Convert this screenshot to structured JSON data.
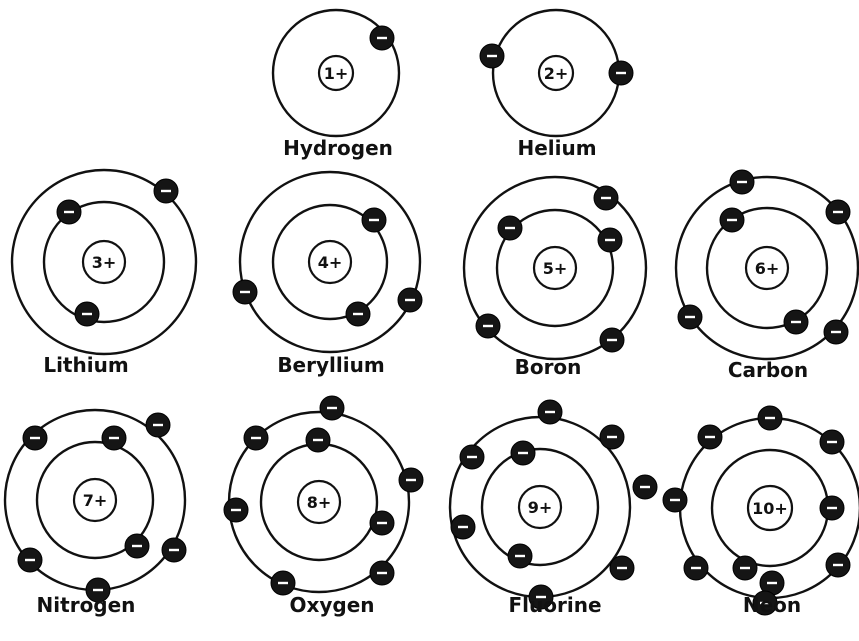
{
  "atoms": [
    {
      "name": "Hydrogen",
      "nucleus": "1+"
    },
    {
      "name": "Helium",
      "nucleus": "2+"
    },
    {
      "name": "Lithium",
      "nucleus": "3+"
    },
    {
      "name": "Beryllium",
      "nucleus": "4+"
    },
    {
      "name": "Boron",
      "nucleus": "5+"
    },
    {
      "name": "Carbon",
      "nucleus": "6+"
    },
    {
      "name": "Nitrogen",
      "nucleus": "7+"
    },
    {
      "name": "Oxygen",
      "nucleus": "8+"
    },
    {
      "name": "Fluorine",
      "nucleus": "9+"
    },
    {
      "name": "Neon",
      "nucleus": "10+"
    }
  ]
}
